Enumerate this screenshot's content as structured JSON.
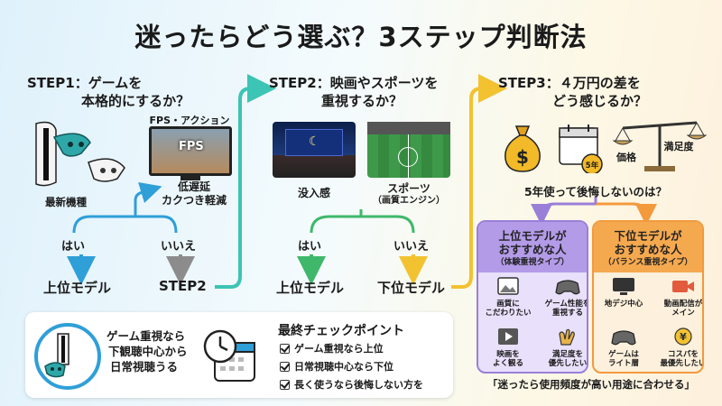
{
  "title": "迷ったらどう選ぶ？3ステップ判断法",
  "step1": {
    "heading_line1": "STEP1：ゲームを",
    "heading_line2": "本格的にするか？",
    "fps_label": "FPS・アクション",
    "screen_text": "FPS",
    "console_label": "最新機種",
    "benefit_line1": "低遅延",
    "benefit_line2": "カクつき軽減",
    "yes": "はい",
    "no": "いいえ",
    "yes_result": "上位モデル",
    "no_result": "STEP2"
  },
  "step2": {
    "heading_line1": "STEP2：映画やスポーツを",
    "heading_line2": "重視するか？",
    "immersion_label": "没入感",
    "sports_label": "スポーツ",
    "sports_sub": "（画質エンジン）",
    "yes": "はい",
    "no": "いいえ",
    "yes_result": "上位モデル",
    "no_result": "下位モデル"
  },
  "step3": {
    "heading_line1": "STEP3：４万円の差を",
    "heading_line2": "どう感じるか？",
    "years_badge": "5年",
    "price_label": "価格",
    "satisfaction_label": "満足度",
    "question": "5年使って後悔しないのは？"
  },
  "upper_card": {
    "title_line1": "上位モデルが",
    "title_line2": "おすすめな人",
    "subtitle": "（体験重視タイプ）",
    "items": [
      {
        "icon": "image-icon",
        "text": "画質に\nこだわりたい"
      },
      {
        "icon": "gamepad-icon",
        "text": "ゲーム性能を\n重視する"
      },
      {
        "icon": "film-icon",
        "text": "映画を\nよく観る"
      },
      {
        "icon": "clap-icon",
        "text": "満足度を\n優先したい"
      }
    ]
  },
  "lower_card": {
    "title_line1": "下位モデルが",
    "title_line2": "おすすめな人",
    "subtitle": "（バランス重視タイプ）",
    "items": [
      {
        "icon": "tv-icon",
        "text": "地デジ中心"
      },
      {
        "icon": "video-icon",
        "text": "動画配信が\nメイン"
      },
      {
        "icon": "gamepad-icon",
        "text": "ゲームは\nライト層"
      },
      {
        "icon": "yen-coins-icon",
        "text": "コスパを\n最優先したい"
      }
    ]
  },
  "footer_note": "「迷ったら使用頻度が高い用途に合わせる」",
  "summary": {
    "lines": [
      "ゲーム重視なら",
      "下観聴中心から",
      "日常視聴うる"
    ],
    "checklist_title": "最終チェックポイント",
    "checks": [
      "ゲーム重視なら上位",
      "日常視聴中心なら下位",
      "長く使うなら後悔しない方を"
    ]
  },
  "colors": {
    "blue": "#2f9fd8",
    "gray": "#8c8c8c",
    "green": "#3fb86b",
    "teal": "#3cc4b4",
    "yellow": "#f2c230",
    "purple": "#9a7fd8",
    "orange": "#f39a3d"
  }
}
